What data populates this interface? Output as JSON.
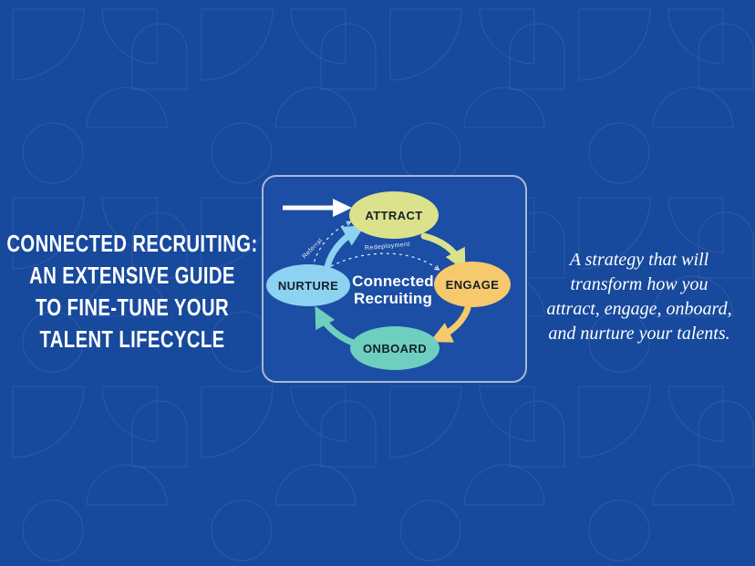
{
  "page": {
    "background_color": "#17499c",
    "pattern_line_color": "#3a63ae",
    "card_background": "#1b4ea4",
    "card_border_color": "#a8b8d2"
  },
  "title": {
    "lines": [
      "CONNECTED RECRUITING:",
      "AN EXTENSIVE GUIDE",
      "TO FINE-TUNE YOUR",
      "TALENT LIFECYCLE"
    ]
  },
  "quote": {
    "lines": [
      "A strategy that will",
      "transform how you",
      "attract, engage, onboard,",
      "and nurture your talents."
    ]
  },
  "diagram": {
    "center_label_line1": "Connected",
    "center_label_line2": "Recruiting",
    "stages": [
      {
        "label": "ATTRACT",
        "color": "#dce28b"
      },
      {
        "label": "ENGAGE",
        "color": "#f7c96d"
      },
      {
        "label": "ONBOARD",
        "color": "#6ecfc0"
      },
      {
        "label": "NURTURE",
        "color": "#8dd2f0"
      }
    ],
    "flows": [
      {
        "label": "Referral"
      },
      {
        "label": "Redeployment"
      }
    ],
    "entry_arrow_color": "#ffffff"
  }
}
